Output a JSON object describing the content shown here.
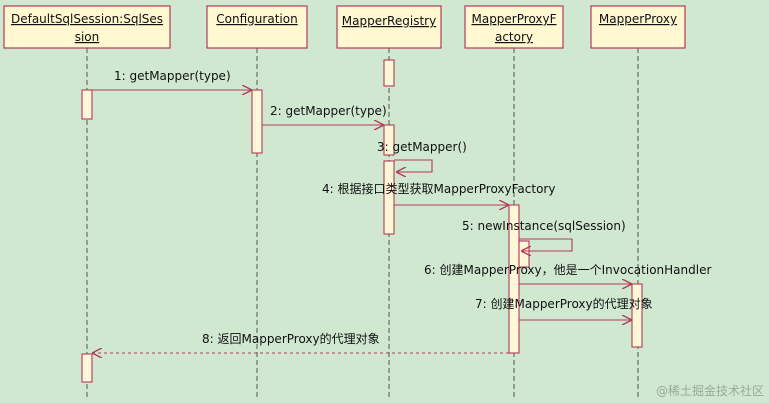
{
  "lifelines": [
    {
      "id": "session",
      "lines": [
        "DefaultSqlSession:SqlSes",
        "sion"
      ]
    },
    {
      "id": "config",
      "lines": [
        "Configuration"
      ]
    },
    {
      "id": "registry",
      "lines": [
        "MapperRegistry"
      ]
    },
    {
      "id": "factory",
      "lines": [
        "MapperProxyF",
        "actory"
      ]
    },
    {
      "id": "proxy",
      "lines": [
        "MapperProxy"
      ]
    }
  ],
  "messages": [
    {
      "id": "m1",
      "text": "1: getMapper(type)"
    },
    {
      "id": "m2",
      "text": "2: getMapper(type)"
    },
    {
      "id": "m3",
      "text": "3: getMapper()"
    },
    {
      "id": "m4",
      "text": "4: 根据接口类型获取MapperProxyFactory"
    },
    {
      "id": "m5",
      "text": "5: newInstance(sqlSession)"
    },
    {
      "id": "m6",
      "text": "6: 创建MapperProxy，他是一个InvocationHandler"
    },
    {
      "id": "m7",
      "text": "7: 创建MapperProxy的代理对象"
    },
    {
      "id": "m8",
      "text": "8: 返回MapperProxy的代理对象"
    }
  ],
  "watermark": "@稀土掘金技术社区"
}
